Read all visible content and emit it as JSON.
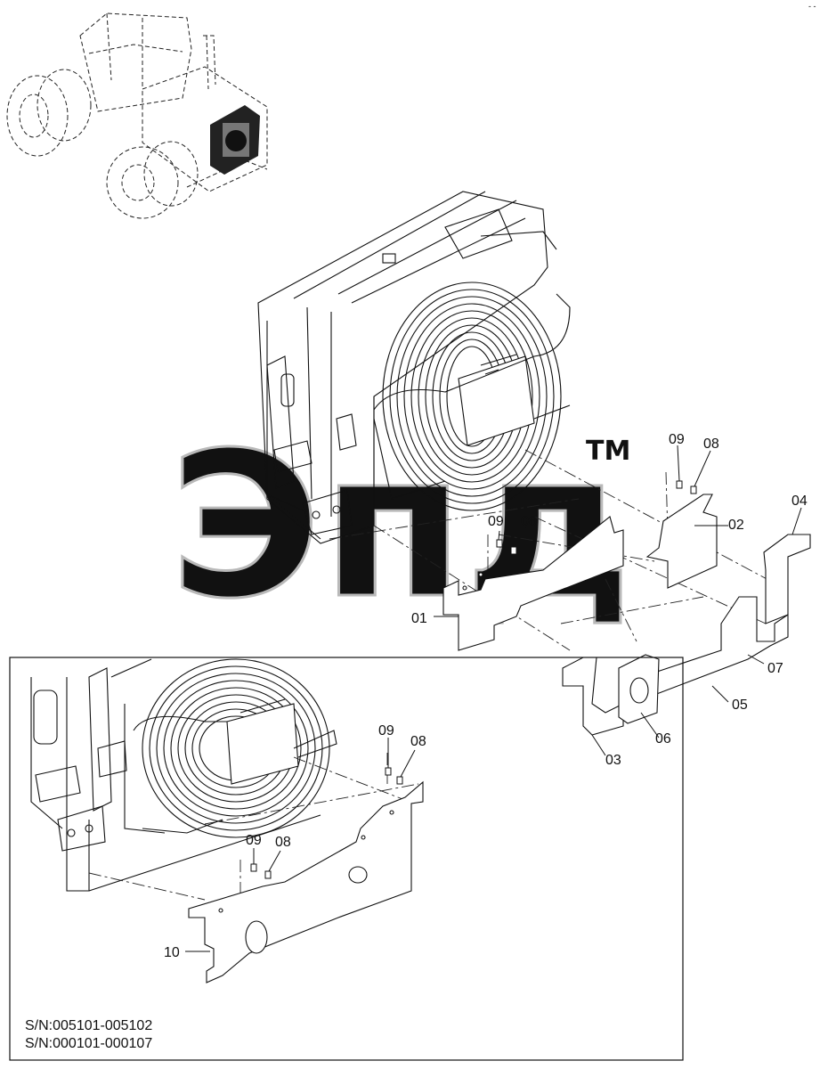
{
  "watermark": {
    "text": "Эпд",
    "tm": "TM",
    "color": "#b9b9b9"
  },
  "callouts": {
    "c01": "01",
    "c02": "02",
    "c03": "03",
    "c04": "04",
    "c05": "05",
    "c06": "06",
    "c07": "07",
    "c08a": "08",
    "c09a": "09",
    "c08b": "08",
    "c09b": "09",
    "c08c": "08",
    "c09c": "09",
    "c08d": "08",
    "c09d": "09",
    "c10": "10"
  },
  "serials": [
    "S/N:005101-005102",
    "S/N:000101-000107"
  ],
  "corner_mark": "- -"
}
